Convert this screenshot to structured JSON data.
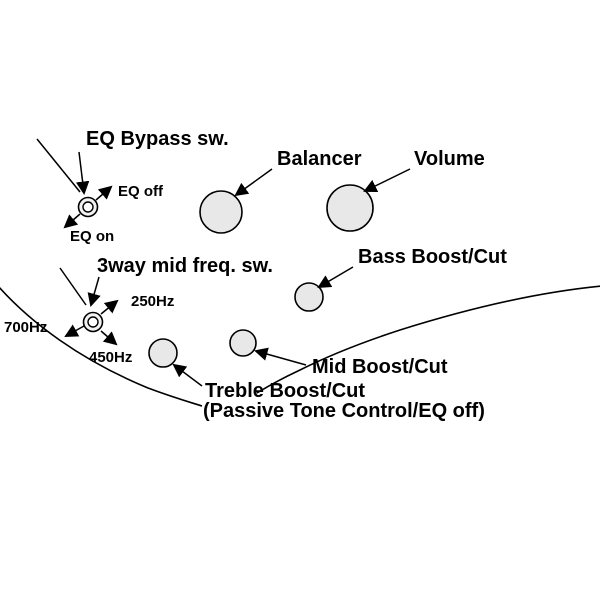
{
  "diagram": {
    "title": "Bass control layout diagram",
    "colors": {
      "line": "#000000",
      "knob_fill": "#e8e8e8",
      "switch_fill": "#f2f2f2",
      "background": "#ffffff"
    },
    "labels": {
      "eq_bypass": "EQ Bypass sw.",
      "eq_off": "EQ off",
      "eq_on": "EQ on",
      "balancer": "Balancer",
      "volume": "Volume",
      "bass_boost_cut": "Bass Boost/Cut",
      "mid_freq_sw": "3way mid freq. sw.",
      "freq_250": "250Hz",
      "freq_700": "700Hz",
      "freq_450": "450Hz",
      "mid_boost_cut": "Mid Boost/Cut",
      "treble_boost_cut": "Treble Boost/Cut",
      "passive_note": "(Passive Tone Control/EQ off)"
    },
    "controls": [
      {
        "name": "eq-bypass-switch",
        "type": "switch"
      },
      {
        "name": "balancer-knob",
        "type": "knob"
      },
      {
        "name": "volume-knob",
        "type": "knob"
      },
      {
        "name": "bass-boost-cut-knob",
        "type": "knob"
      },
      {
        "name": "3way-mid-freq-switch",
        "type": "switch"
      },
      {
        "name": "mid-boost-cut-knob",
        "type": "knob"
      },
      {
        "name": "treble-boost-cut-knob",
        "type": "knob"
      }
    ]
  }
}
